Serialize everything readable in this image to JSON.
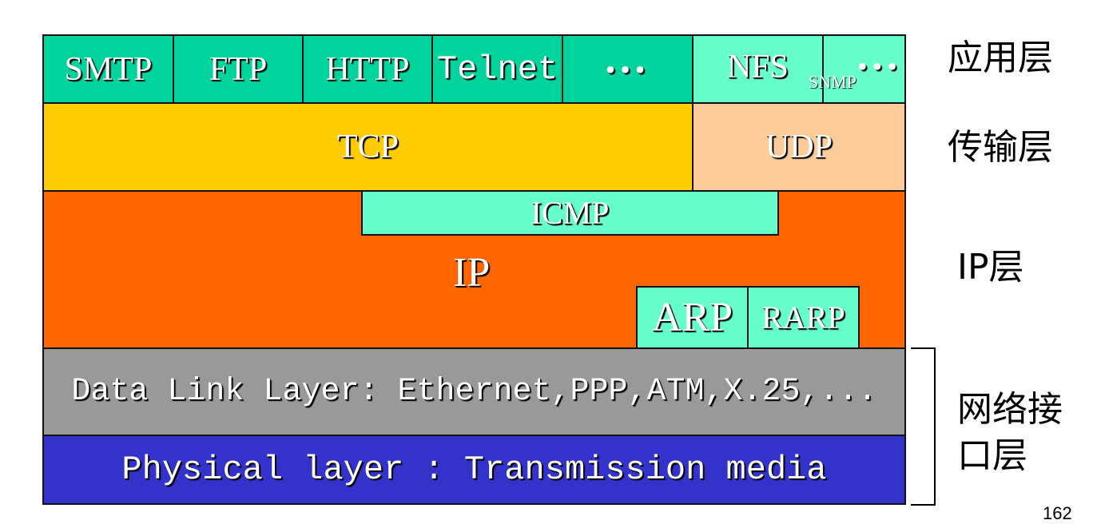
{
  "application": {
    "protocols": [
      "SMTP",
      "FTP",
      "HTTP",
      "Telnet",
      "•••",
      "NFS"
    ],
    "snmp_small": "SNMP",
    "trailing_dots": "•••",
    "layer_label": "应用层"
  },
  "transport": {
    "tcp": "TCP",
    "udp": "UDP",
    "layer_label": "传输层"
  },
  "ip": {
    "icmp": "ICMP",
    "ip": "IP",
    "arp": "ARP",
    "rarp": "RARP",
    "layer_label": "IP层"
  },
  "link": {
    "data_link": "Data Link Layer: Ethernet,PPP,ATM,X.25,...",
    "physical": "Physical layer :  Transmission media",
    "layer_label_line1": "网络接",
    "layer_label_line2": "口层"
  },
  "page_number": "162",
  "colors": {
    "app": "#00d39c",
    "app_light": "#66ffcc",
    "tcp": "#ffcc00",
    "udp": "#ffcc99",
    "ip": "#ff6600",
    "icmp": "#66ffcc",
    "data_link": "#999999",
    "physical": "#3333cc"
  }
}
